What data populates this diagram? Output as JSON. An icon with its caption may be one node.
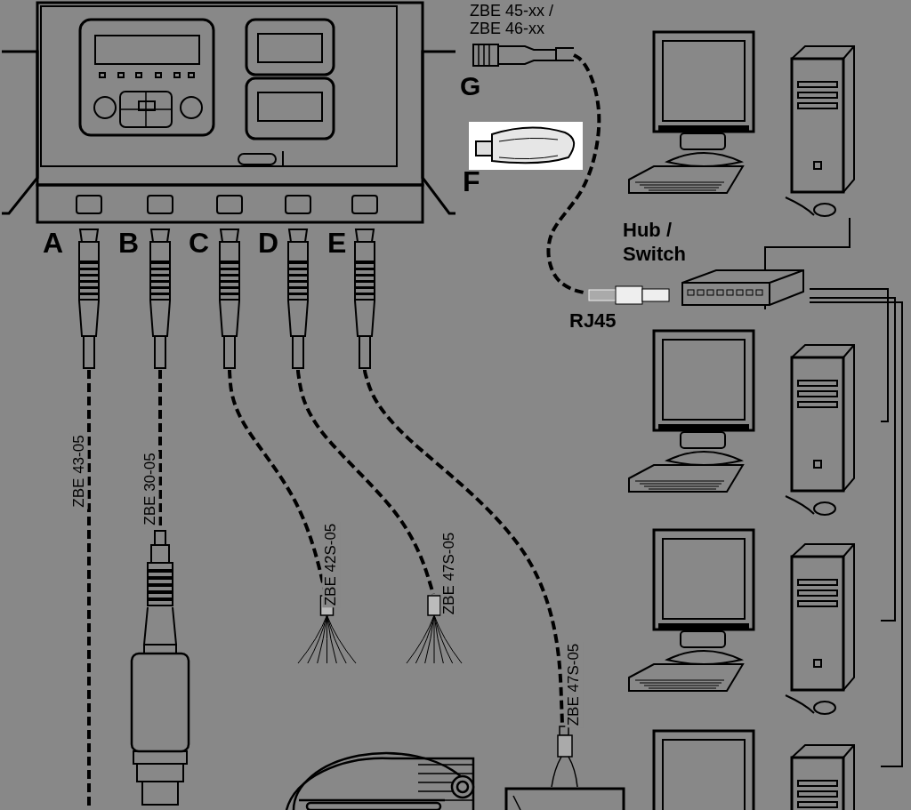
{
  "diagram": {
    "nodes": [
      {
        "text": [],
        "shape": "picture"
      },
      {
        "text": [],
        "shape": "picture"
      },
      {
        "text": [],
        "shape": "picture"
      },
      {
        "text": [],
        "shape": "picture"
      },
      {
        "text": [],
        "shape": "picture"
      },
      {
        "text": [],
        "shape": "picture",
        "beside": [
          "ZBE 45-xx / ZBE 46-xx",
          "G"
        ]
      },
      {
        "text": [],
        "shape": "picture",
        "beside": [
          "F"
        ]
      },
      {
        "text": [],
        "shape": "picture",
        "beside": [
          "RJ45"
        ]
      },
      {
        "text": [
          "Hub / Switch"
        ]
      },
      {
        "text": [],
        "shape": "picture"
      },
      {
        "text": [],
        "shape": "picture"
      },
      {
        "text": [],
        "shape": "picture"
      },
      {
        "text": [],
        "shape": "picture"
      }
    ],
    "edges": [
      {
        "from": 0,
        "to": null,
        "arrow": "none",
        "style": "dashed",
        "label": "ZBE 43-05"
      },
      {
        "from": 0,
        "to": 1,
        "arrow": "none",
        "style": "dashed",
        "label": "ZBE 30-05"
      },
      {
        "from": 0,
        "to": 2,
        "arrow": "none",
        "style": "dashed",
        "label": "ZBE 42S-05"
      },
      {
        "from": 0,
        "to": 3,
        "arrow": "none",
        "style": "dashed",
        "label": "ZBE 47S-05"
      },
      {
        "from": 0,
        "to": 4,
        "arrow": "none",
        "style": "dashed",
        "label": "ZBE 47S-05"
      },
      {
        "from": 5,
        "to": 7,
        "arrow": "none",
        "style": "dashed"
      },
      {
        "from": 8,
        "to": 9,
        "arrow": "none"
      },
      {
        "from": 8,
        "to": 10,
        "arrow": "none"
      },
      {
        "from": 8,
        "to": 11,
        "arrow": "none"
      },
      {
        "from": 8,
        "to": 12,
        "arrow": "none"
      }
    ],
    "labels": [
      "A",
      "B",
      "C",
      "D",
      "E"
    ]
  }
}
